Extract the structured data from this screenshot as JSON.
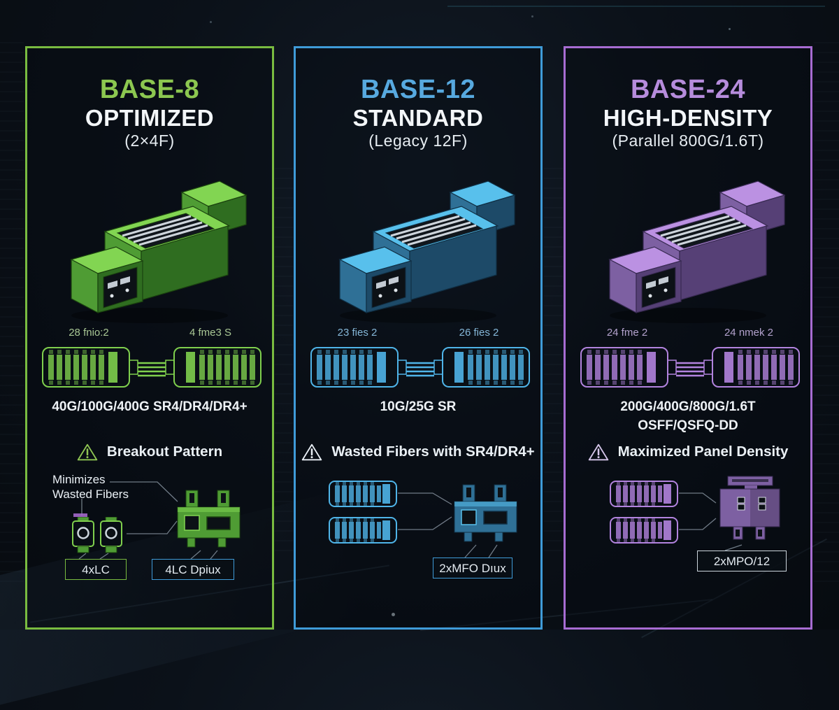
{
  "page": {
    "background": "#0a0f15",
    "theme": "dark-datacenter-infographic"
  },
  "panels": [
    {
      "id": "base-8",
      "title": "BASE-8",
      "subtitle": "OPTIMIZED",
      "variant": "(2×4F)",
      "colors": {
        "title": "#8cc750",
        "border": "#79bb40",
        "accent": "#7fcf4d",
        "label": "#a9c795",
        "icon": "#8fc653",
        "light": "#82d552",
        "mid": "#4f9c34",
        "dark": "#2f6d20",
        "edge": "#1b430f"
      },
      "trunk": {
        "left_label": "28 fnio:2",
        "right_label": "4 fme3 S",
        "speed_line1": "40G/100G/400G SR4/DR4/DR4+",
        "speed_line2": ""
      },
      "warning": "Breakout Pattern",
      "breakout": {
        "note": "Minimizes Wasted Fibers",
        "boxes": [
          {
            "label": "4xLC",
            "border": "#79bb40"
          },
          {
            "label": "4LC Dpiux",
            "border": "#3f9bd8"
          }
        ]
      }
    },
    {
      "id": "base-12",
      "title": "BASE-12",
      "subtitle": "STANDARD",
      "variant": "(Legacy 12F)",
      "colors": {
        "title": "#57a9df",
        "border": "#3f9bd8",
        "accent": "#4fb4e8",
        "label": "#85b7d8",
        "icon": "#e9eff5",
        "light": "#58c0ec",
        "mid": "#2f7096",
        "dark": "#1d4a68",
        "edge": "#102f44"
      },
      "trunk": {
        "left_label": "23 fies 2",
        "right_label": "26 fies 2",
        "speed_line1": "10G/25G SR",
        "speed_line2": ""
      },
      "warning": "Wasted Fibers with SR4/DR4+",
      "breakout": {
        "note": "",
        "boxes": [
          {
            "label": "2xMFO Dıux",
            "border": "#3f9bd8"
          }
        ]
      }
    },
    {
      "id": "base-24",
      "title": "BASE-24",
      "subtitle": "HIGH-DENSITY",
      "variant": "(Parallel 800G/1.6T)",
      "colors": {
        "title": "#b68cdc",
        "border": "#a76cd2",
        "accent": "#b283de",
        "label": "#b3a2cd",
        "icon": "#d5c6ea",
        "light": "#bb91e2",
        "mid": "#7d60a2",
        "dark": "#564076",
        "edge": "#382a52"
      },
      "trunk": {
        "left_label": "24 fme 2",
        "right_label": "24 nmek 2",
        "speed_line1": "200G/400G/800G/1.6T",
        "speed_line2": "OSFF/QSFQ-DD"
      },
      "warning": "Maximized Panel Density",
      "breakout": {
        "note": "",
        "boxes": [
          {
            "label": "2xMPO/12",
            "border": "#ccd5dc"
          }
        ]
      }
    }
  ]
}
